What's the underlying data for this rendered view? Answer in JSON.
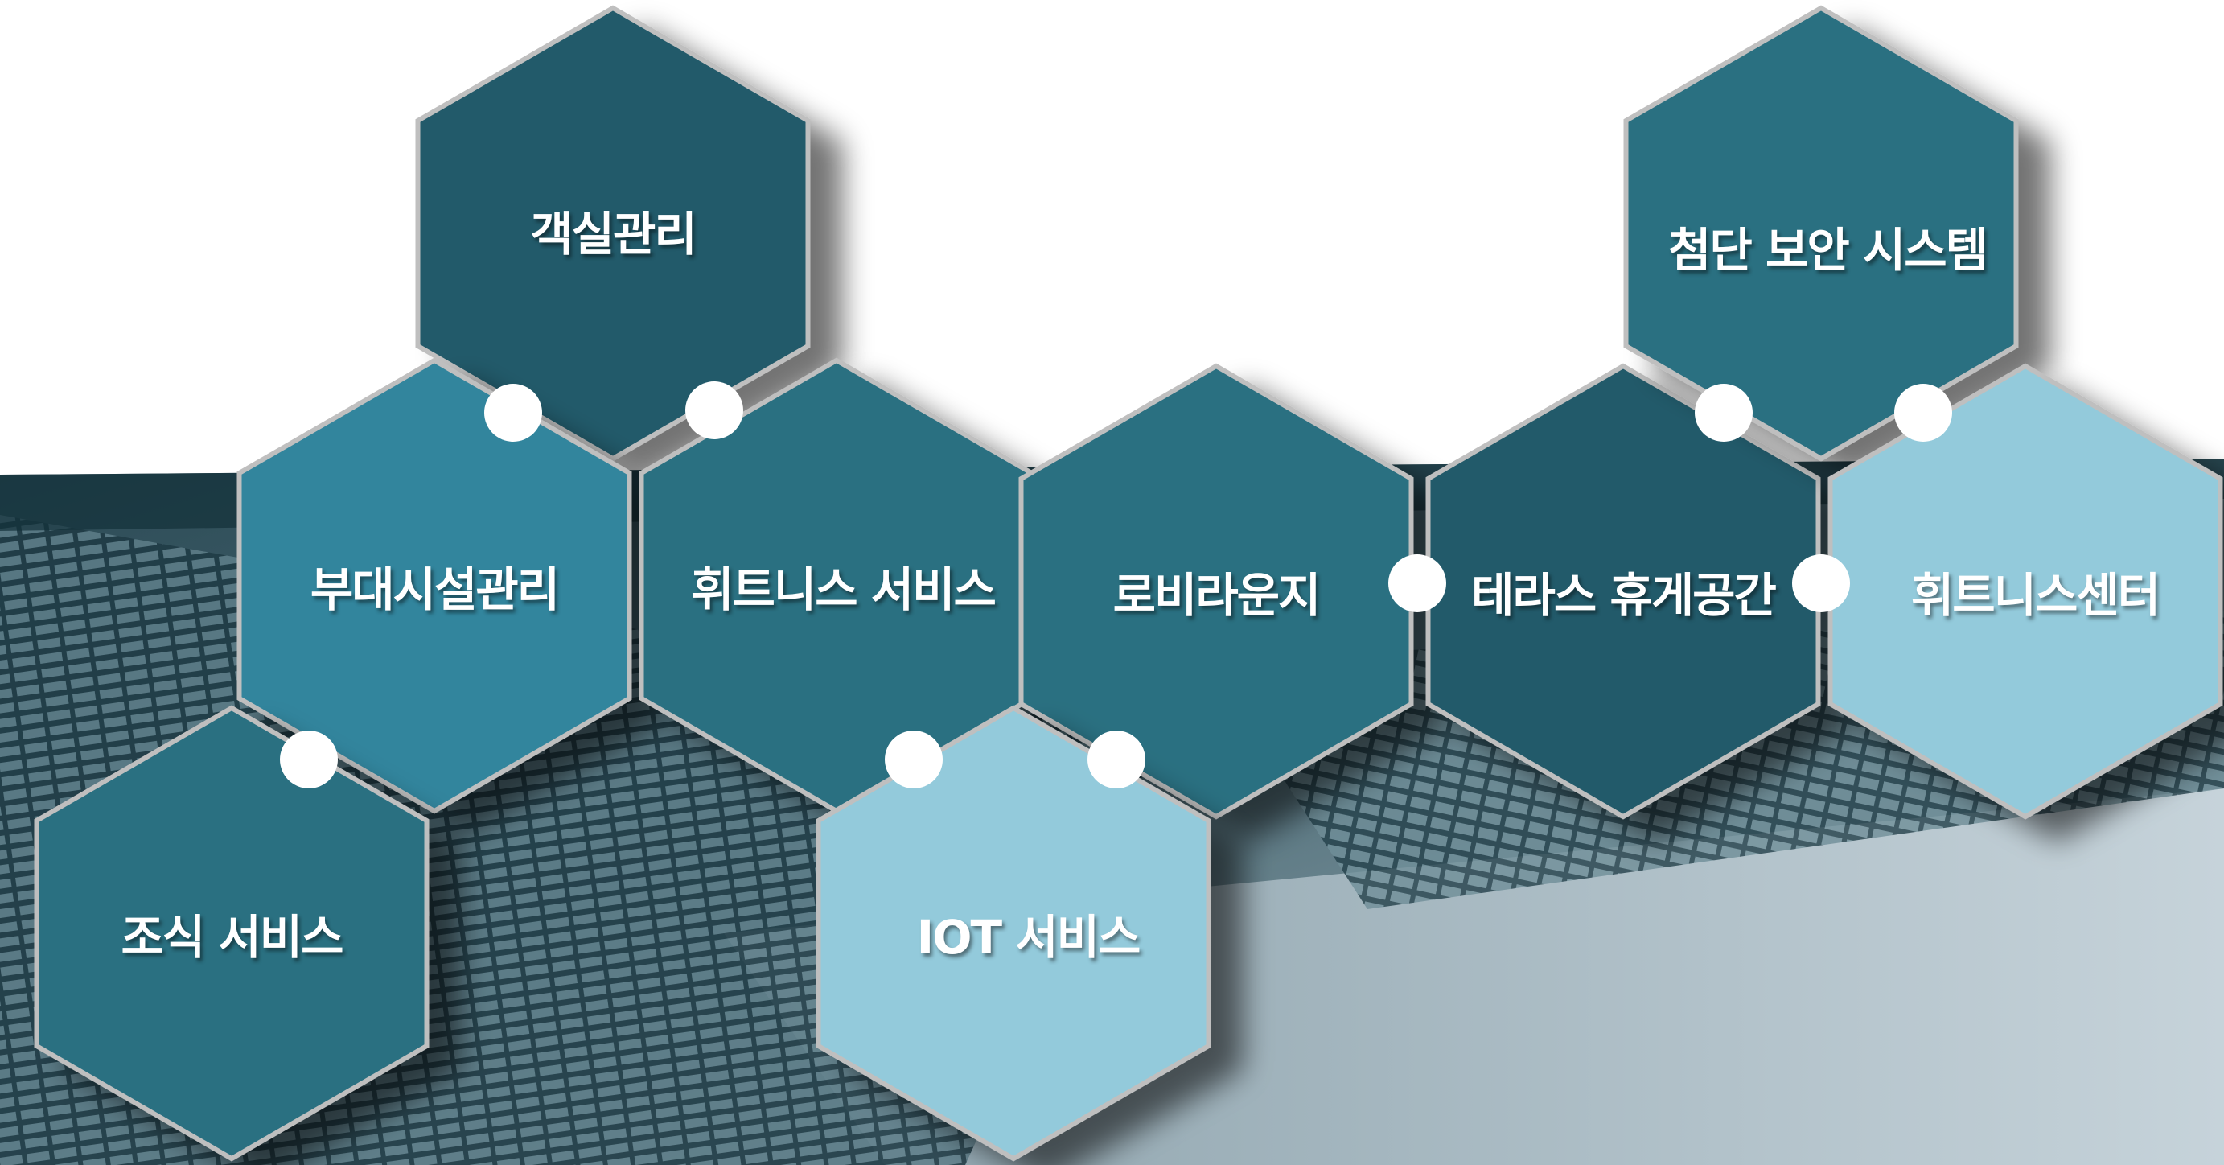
{
  "services": [
    {
      "id": "room-management",
      "label": "객실관리",
      "color": "#235a6a"
    },
    {
      "id": "facility-management",
      "label": "부대시설관리",
      "color": "#31859d"
    },
    {
      "id": "fitness-service",
      "label": "휘트니스 서비스",
      "color": "#296f81"
    },
    {
      "id": "lobby-lounge",
      "label": "로비라운지",
      "color": "#296f81"
    },
    {
      "id": "terrace-lounge",
      "label": "테라스 휴게공간",
      "color": "#235a6a"
    },
    {
      "id": "security-system",
      "label": "첨단 보안 시스템",
      "color": "#296f81"
    },
    {
      "id": "fitness-center",
      "label": "휘트니스센터",
      "color": "#93cadb"
    },
    {
      "id": "breakfast-service",
      "label": "조식 서비스",
      "color": "#296f81"
    },
    {
      "id": "iot-service",
      "label": "IOT 서비스",
      "color": "#93cadb"
    }
  ],
  "background_icon": "building-facade"
}
